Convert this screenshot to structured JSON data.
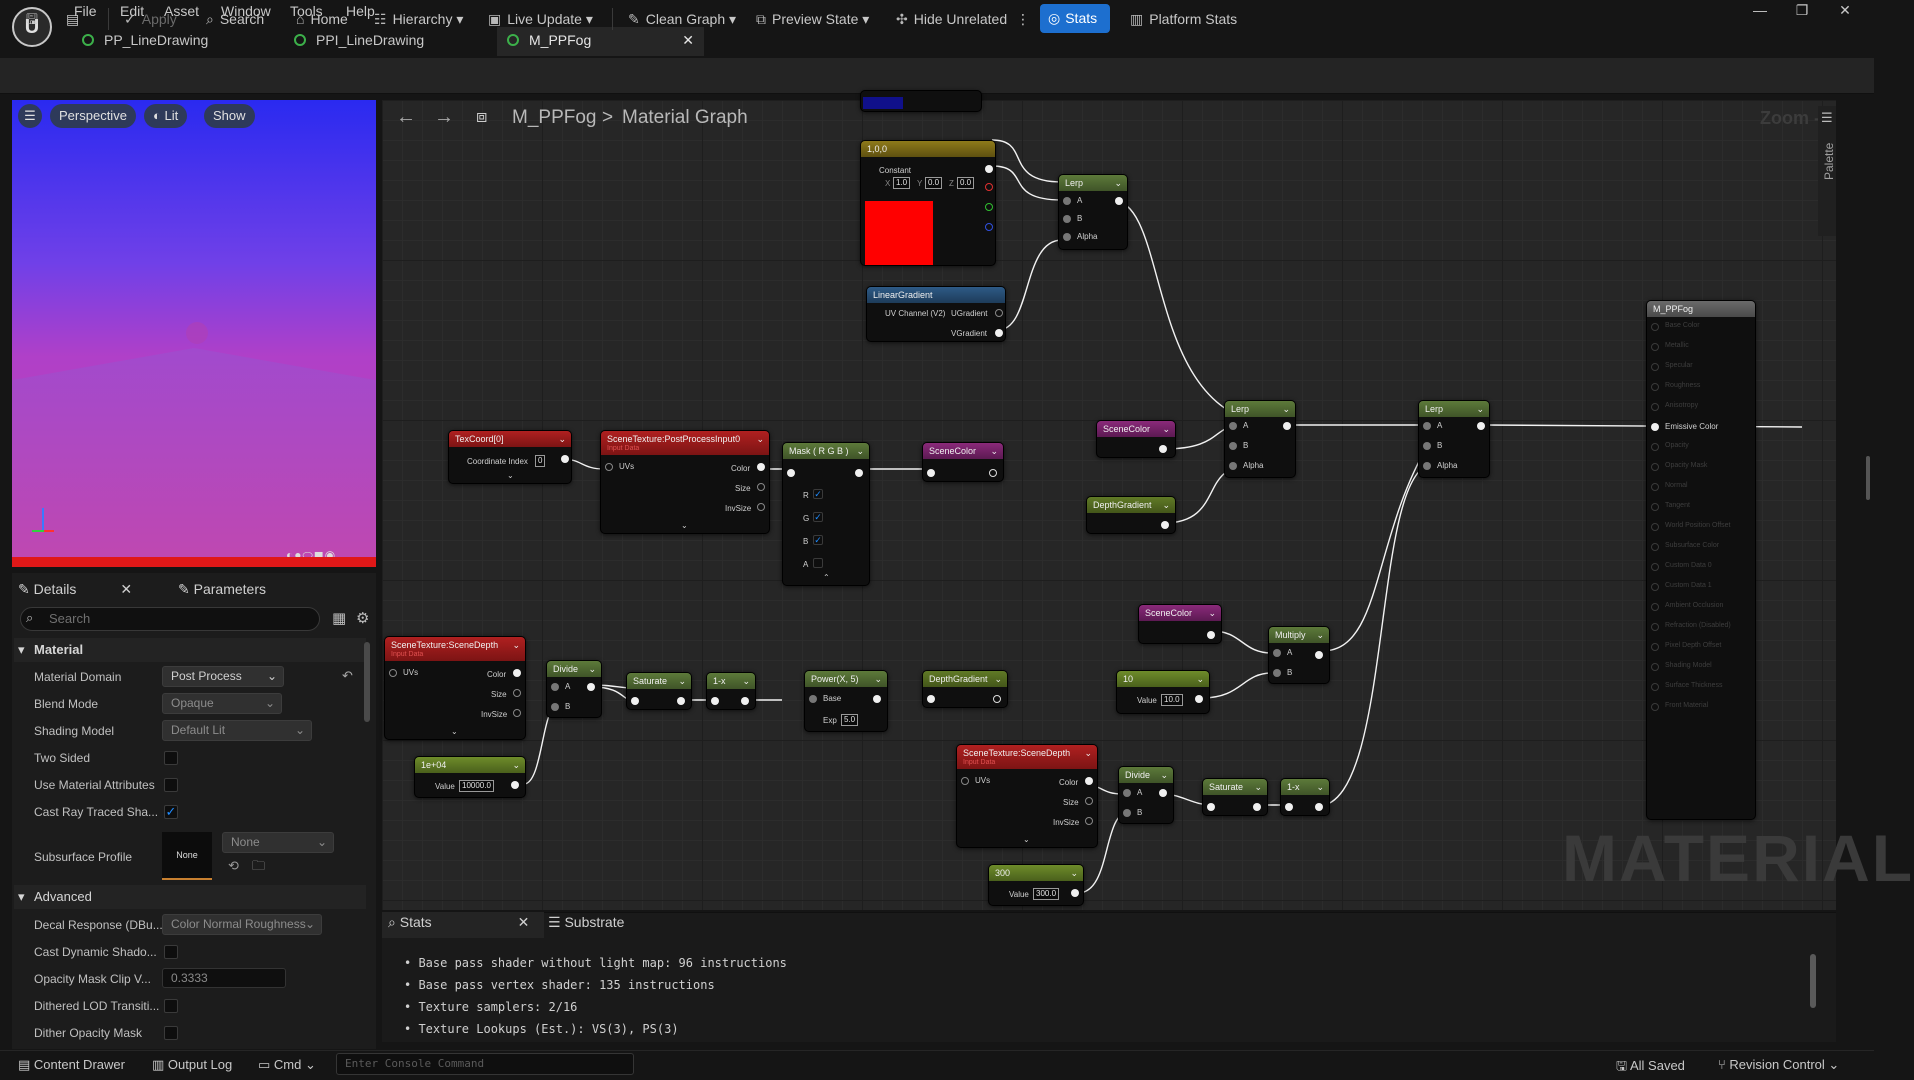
{
  "menu": [
    "File",
    "Edit",
    "Asset",
    "Window",
    "Tools",
    "Help"
  ],
  "tabs": [
    "PP_LineDrawing",
    "PPI_LineDrawing",
    "M_PPFog"
  ],
  "toolbar": {
    "apply": "Apply",
    "search": "Search",
    "home": "Home",
    "hierarchy": "Hierarchy",
    "live_update": "Live Update",
    "clean_graph": "Clean Graph",
    "preview_state": "Preview State",
    "hide_unrelated": "Hide Unrelated",
    "stats": "Stats",
    "platform_stats": "Platform Stats"
  },
  "viewport": {
    "perspective": "Perspective",
    "lit": "Lit",
    "show": "Show"
  },
  "details": {
    "tab_details": "Details",
    "tab_parameters": "Parameters",
    "search_placeholder": "Search",
    "section_material": "Material",
    "section_advanced": "Advanced",
    "rows": {
      "material_domain": {
        "label": "Material Domain",
        "value": "Post Process"
      },
      "blend_mode": {
        "label": "Blend Mode",
        "value": "Opaque"
      },
      "shading_model": {
        "label": "Shading Model",
        "value": "Default Lit"
      },
      "two_sided": {
        "label": "Two Sided"
      },
      "use_mat_attr": {
        "label": "Use Material Attributes"
      },
      "cast_ray": {
        "label": "Cast Ray Traced Sha..."
      },
      "subsurface": {
        "label": "Subsurface Profile",
        "thumb": "None",
        "value": "None"
      },
      "decal": {
        "label": "Decal Response (DBu...",
        "value": "Color Normal Roughness"
      },
      "cast_dyn": {
        "label": "Cast Dynamic Shado..."
      },
      "opacity_clip": {
        "label": "Opacity Mask Clip V...",
        "value": "0.3333"
      },
      "dithered_lod": {
        "label": "Dithered LOD Transiti..."
      },
      "dither_opacity": {
        "label": "Dither Opacity Mask"
      }
    }
  },
  "graph": {
    "breadcrumb_root": "M_PPFog",
    "breadcrumb_sep": ">",
    "breadcrumb_leaf": "Material Graph",
    "zoom": "Zoom -3",
    "watermark": "MATERIAL",
    "palette": "Palette",
    "nodes": {
      "constant_title": "1,0,0",
      "constant_label": "Constant",
      "cx": "1.0",
      "cy": "0.0",
      "cz": "0.0",
      "cx_lbl": "X",
      "cy_lbl": "Y",
      "cz_lbl": "Z",
      "lerp": "Lerp",
      "pin_a": "A",
      "pin_b": "B",
      "pin_alpha": "Alpha",
      "lineargradient": "LinearGradient",
      "uv_channel": "UV Channel (V2)",
      "ugradient": "UGradient",
      "vgradient": "VGradient",
      "texcoord": "TexCoord[0]",
      "coord_index": "Coordinate Index",
      "coord_index_val": "0",
      "st_ppinput": "SceneTexture:PostProcessInput0",
      "input_data": "Input Data",
      "uvs": "UVs",
      "color": "Color",
      "size": "Size",
      "invsize": "InvSize",
      "mask": "Mask ( R G B )",
      "mask_r": "R",
      "mask_g": "G",
      "mask_b": "B",
      "mask_a": "A",
      "scenecolor": "SceneColor",
      "depthgradient": "DepthGradient",
      "st_scenedepth": "SceneTexture:SceneDepth",
      "divide": "Divide",
      "saturate": "Saturate",
      "oneminus": "1-x",
      "power": "Power(X, 5)",
      "base": "Base",
      "exp": "Exp",
      "exp_val": "5.0",
      "multiply": "Multiply",
      "c10_title": "10",
      "c10_val": "10.0",
      "value": "Value",
      "c1e4_title": "1e+04",
      "c1e4_val": "10000.0",
      "c300_title": "300",
      "c300_val": "300.0",
      "result_title": "M_PPFog",
      "emissive": "Emissive Color",
      "result_pins": [
        "Base Color",
        "Metallic",
        "Specular",
        "Roughness",
        "Anisotropy",
        "Emissive Color",
        "Opacity",
        "Opacity Mask",
        "Normal",
        "Tangent",
        "World Position Offset",
        "Subsurface Color",
        "Custom Data 0",
        "Custom Data 1",
        "Ambient Occlusion",
        "Refraction (Disabled)",
        "Pixel Depth Offset",
        "Shading Model",
        "Surface Thickness",
        "Front Material"
      ]
    }
  },
  "stats": {
    "tab_stats": "Stats",
    "tab_substrate": "Substrate",
    "lines": [
      "Base pass shader without light map: 96 instructions",
      "Base pass vertex shader: 135 instructions",
      "Texture samplers: 2/16",
      "Texture Lookups (Est.): VS(3), PS(3)"
    ]
  },
  "statusbar": {
    "content_drawer": "Content Drawer",
    "output_log": "Output Log",
    "cmd": "Cmd",
    "console_placeholder": "Enter Console Command",
    "all_saved": "All Saved",
    "revision_control": "Revision Control"
  }
}
